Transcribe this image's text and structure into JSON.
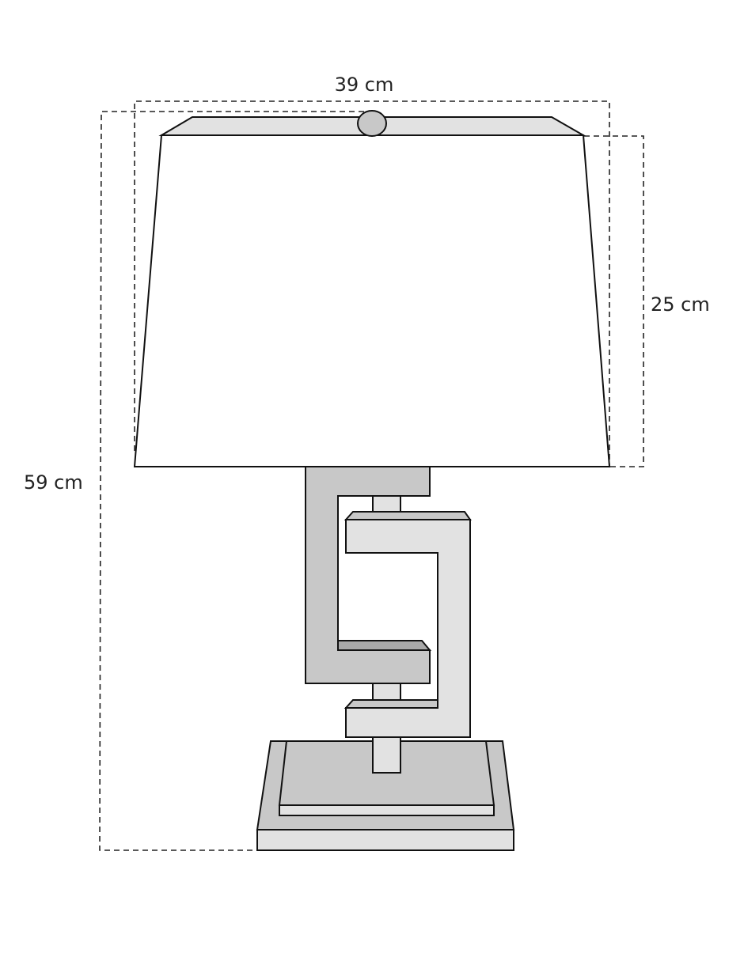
{
  "dimensions": {
    "width_label": "39 cm",
    "shade_height_label": "25 cm",
    "total_height_label": "59 cm"
  },
  "colors": {
    "shade": "#ffffff",
    "cap": "#e2e2e2",
    "finial": "#c8c8c8",
    "light_metal": "#e2e2e2",
    "mid_metal": "#c8c8c8",
    "dark_metal": "#a8a8a8",
    "outline": "#111111"
  }
}
